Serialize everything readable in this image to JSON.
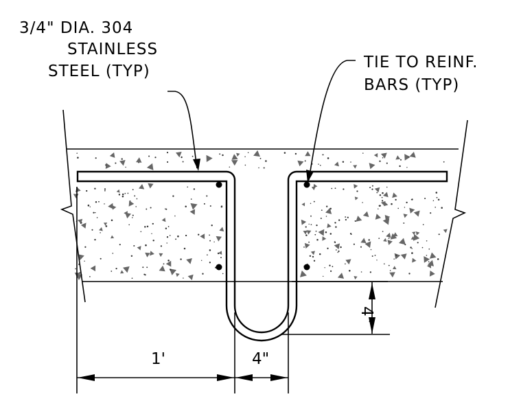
{
  "notes": {
    "stainless": {
      "lines": [
        "3/4\" DIA. 304",
        "STAINLESS",
        "STEEL (TYP)"
      ]
    },
    "tie": {
      "lines": [
        "TIE TO REINF.",
        "BARS (TYP)"
      ]
    }
  },
  "dimensions": {
    "left_span": "1'",
    "loop_width": "4\"",
    "loop_depth": "4\""
  },
  "colors": {
    "ink": "#000000",
    "background": "#ffffff"
  }
}
